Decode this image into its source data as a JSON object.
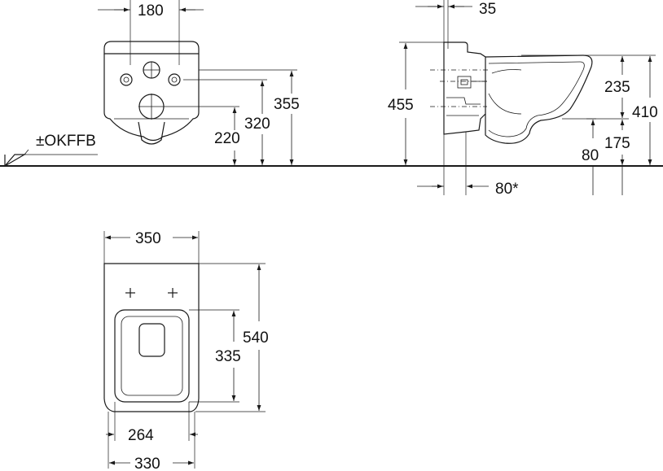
{
  "labels": {
    "floor_ref": "±OKFFB",
    "front_width": "180",
    "front_h355": "355",
    "front_h320": "320",
    "front_h220": "220",
    "side_35": "35",
    "side_455": "455",
    "side_235": "235",
    "side_410": "410",
    "side_175": "175",
    "side_80": "80",
    "side_80star": "80*",
    "top_350": "350",
    "top_540": "540",
    "top_335": "335",
    "top_264": "264",
    "top_330": "330"
  }
}
